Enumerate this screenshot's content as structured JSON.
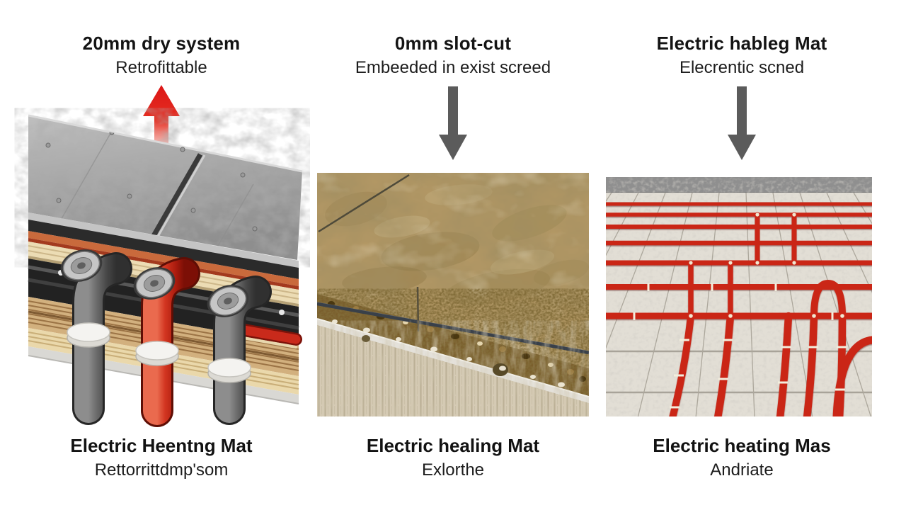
{
  "page": {
    "background": "#ffffff"
  },
  "panels": [
    {
      "id": "dry-system",
      "title": "20mm dry system",
      "subtitle": "Retrofittable",
      "arrow": {
        "direction": "up",
        "color": "#dd1b1b"
      },
      "caption": {
        "title": "Electric Heentng Mat",
        "subtitle": "Rettorrittdmp'som"
      },
      "illustration": {
        "name": "layered-dry-floor-cutaway",
        "description": "Isometric cutaway of a low-height dry heating floor: grey cement boards over an orange heating layer, cream insulation, metal spreader rails and three large pipes (grey, red, grey) with white collars above wooden battens",
        "colors": {
          "board": "#a7a7a7",
          "heating_layer": "#c96a3c",
          "insulation": "#ecdcb4",
          "pipe_gray": "#5a5a5a",
          "pipe_red": "#c9291b",
          "wood": "#d2b07e"
        }
      }
    },
    {
      "id": "slot-cut",
      "title": "0mm slot-cut",
      "subtitle": "Embeeded in exist screed",
      "arrow": {
        "direction": "down",
        "color": "#5b5b5b"
      },
      "caption": {
        "title": "Electric healing Mat",
        "subtitle": "Exlorthe"
      },
      "illustration": {
        "name": "screed-slot-cut-cross-section",
        "description": "Cross-section of an existing sand screed with a slot-cut heating cable embedded above a gravel layer and pale concrete slab",
        "colors": {
          "screed": "#b29764",
          "gravel": "#7a5e2c",
          "cable": "#394049",
          "concrete": "#d5cab4"
        }
      }
    },
    {
      "id": "electric-mat",
      "title": "Electric hableg Mat",
      "subtitle": "Elecrentic scned",
      "arrow": {
        "direction": "down",
        "color": "#5b5b5b"
      },
      "caption": {
        "title": "Electric heating Mas",
        "subtitle": "Andriate"
      },
      "illustration": {
        "name": "heating-cable-mat-on-tiles",
        "description": "Perspective view of a red electric heating cable laid in rows with cross connectors and white ties over a pale tiled floor against a grey wall",
        "colors": {
          "tile": "#e2ded5",
          "grout": "#a8a399",
          "cable": "#ca2718",
          "wall": "#8f8f8f",
          "tie": "#f3eedd"
        }
      }
    }
  ]
}
